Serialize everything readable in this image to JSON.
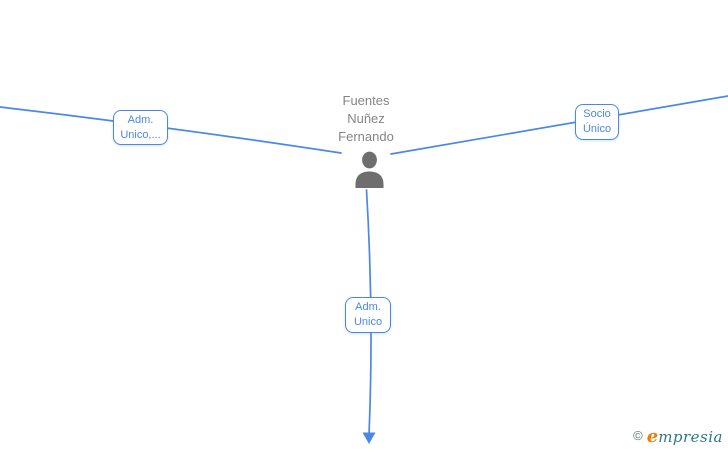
{
  "diagram": {
    "central_node": {
      "name_line1": "Fuentes",
      "name_line2": "Nuñez",
      "name_line3": "Fernando",
      "icon": "person-icon"
    },
    "edge_labels": {
      "left": {
        "line1": "Adm.",
        "line2": "Unico,..."
      },
      "right": {
        "line1": "Socio",
        "line2": "Único"
      },
      "bottom": {
        "line1": "Adm.",
        "line2": "Unico"
      }
    },
    "colors": {
      "edge_blue": "#4a87e8",
      "label_blue": "#4a87e8",
      "name_gray": "#858585",
      "icon_gray": "#6e6e6e"
    }
  },
  "watermark": {
    "copyright_symbol": "©",
    "brand_initial": "e",
    "brand_rest": "mpresia",
    "initial_color": "#ee7c08",
    "text_color": "#2e7886"
  }
}
